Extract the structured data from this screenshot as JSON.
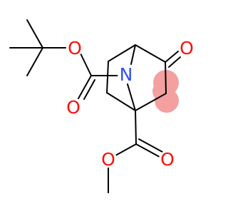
{
  "molecule": {
    "atoms": {
      "o_ester_1": {
        "symbol": "O",
        "color": "#ff0d0d"
      },
      "o_carbonyl_1": {
        "symbol": "O",
        "color": "#ff0d0d"
      },
      "n_bridge": {
        "symbol": "N",
        "color": "#3050f8"
      },
      "o_ketone": {
        "symbol": "O",
        "color": "#ff0d0d"
      },
      "o_carbonyl_2": {
        "symbol": "O",
        "color": "#ff0d0d"
      },
      "o_ester_2": {
        "symbol": "O",
        "color": "#ff0d0d"
      }
    },
    "highlight": {
      "color": "#f4a0a0",
      "atoms": [
        "ring-carbon-c5",
        "ring-carbon-c4"
      ]
    }
  }
}
